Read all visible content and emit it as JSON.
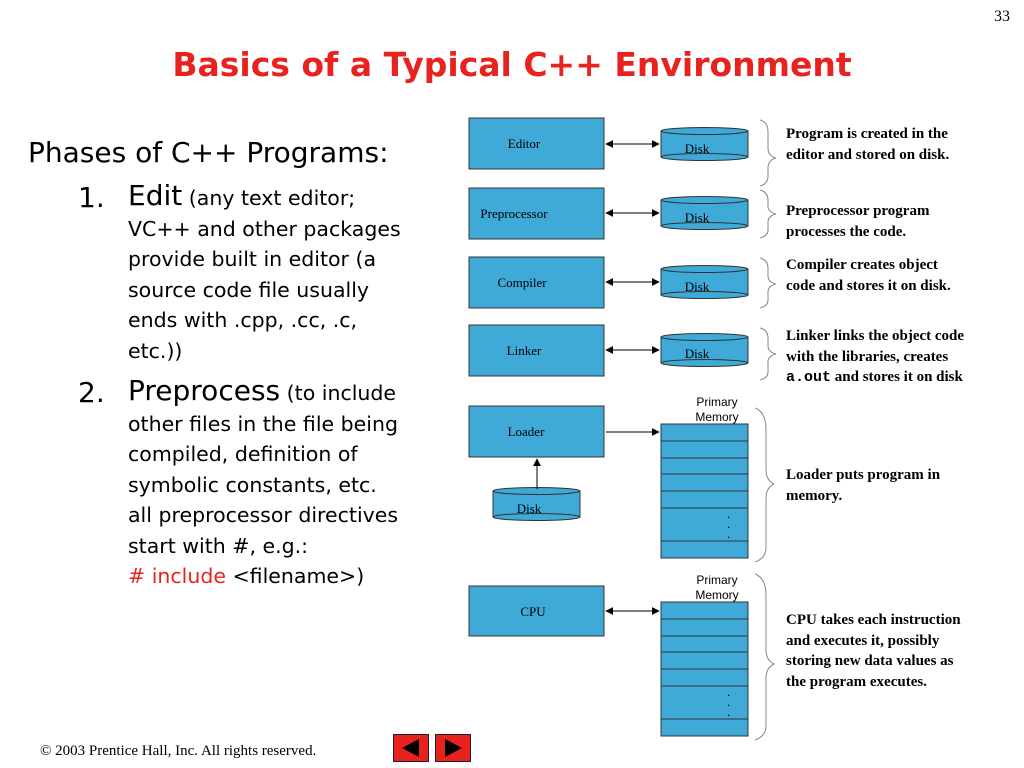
{
  "page_number": "33",
  "title": "Basics of a Typical C++ Environment",
  "left": {
    "heading": "Phases of C++ Programs:",
    "items": [
      {
        "num": "1.",
        "head": "Edit",
        "lines": [
          "(any text editor;",
          "VC++ and other packages",
          "provide built in editor (a",
          "source code file usually",
          "ends with .cpp, .cc, .c,",
          "etc.))"
        ]
      },
      {
        "num": "2.",
        "head": "Preprocess",
        "lines": [
          "(to include",
          "other files in the file being",
          "compiled, definition of",
          "symbolic constants, etc.",
          "all preprocessor directives",
          "start with #, e.g.:"
        ],
        "code_red": "# include",
        "code_rest": "<filename>)"
      }
    ]
  },
  "diagram": {
    "boxes": [
      "Editor",
      "Preprocessor",
      "Compiler",
      "Linker",
      "Loader",
      "CPU"
    ],
    "disk_label": "Disk",
    "memory_label_line1": "Primary",
    "memory_label_line2": "Memory",
    "ellipsis": ".",
    "descriptions": {
      "editor": "Program is created in the editor and stored on disk.",
      "preprocessor": "Preprocessor program processes the code.",
      "compiler": "Compiler creates object code and stores it on disk.",
      "linker_before": "Linker links the object code with the libraries, creates",
      "linker_code": "a.out",
      "linker_after": "and stores it on disk",
      "loader": "Loader puts program in memory.",
      "cpu": "CPU takes each instruction and executes it, possibly storing new data values as the program executes."
    }
  },
  "footer": "© 2003 Prentice Hall, Inc.  All rights reserved.",
  "colors": {
    "title": "#e8231f",
    "box_fill": "#3fa9d8",
    "nav_red": "#e8231f"
  },
  "nav": {
    "prev_icon": "left-arrow-icon",
    "next_icon": "right-arrow-icon"
  }
}
